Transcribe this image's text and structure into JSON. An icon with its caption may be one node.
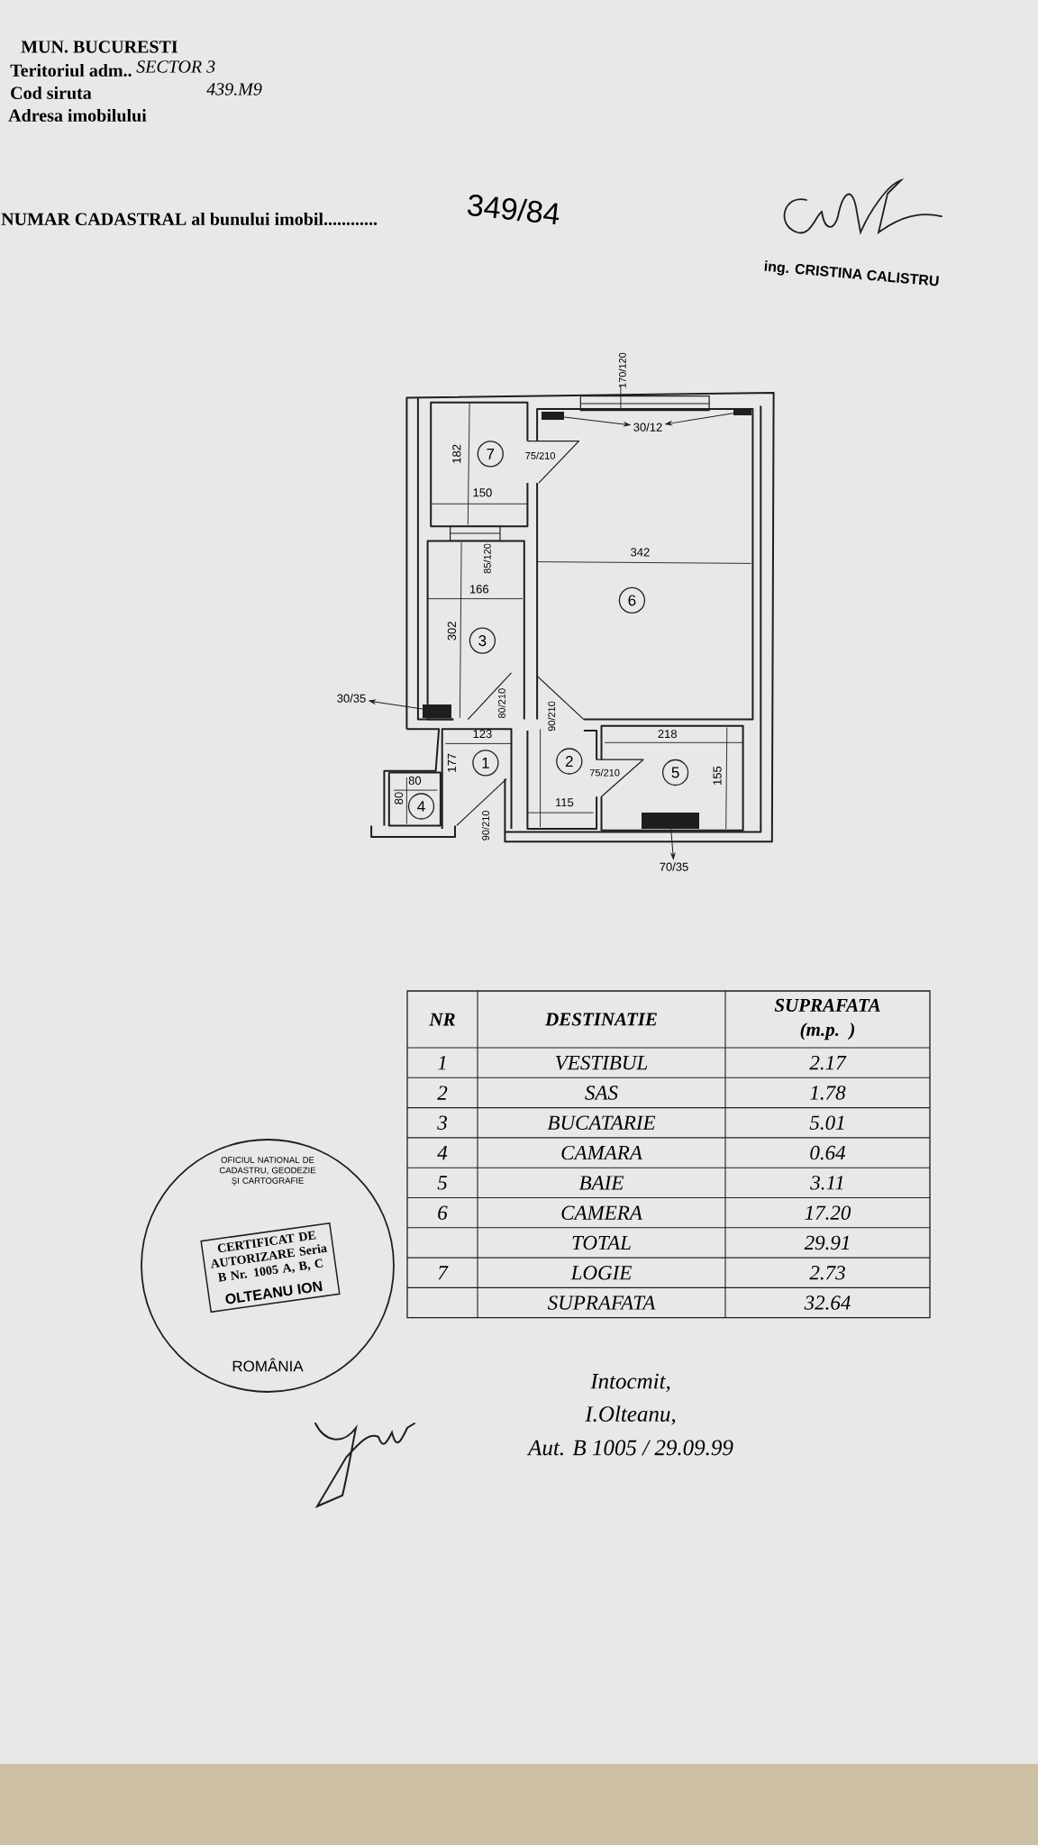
{
  "diagram": {
    "nodes": [
      {
        "text": [
          "7"
        ]
      },
      {
        "text": [
          "6"
        ]
      },
      {
        "text": [
          "3"
        ]
      },
      {
        "text": [
          "1"
        ]
      },
      {
        "text": [
          "2"
        ]
      },
      {
        "text": [
          "5"
        ]
      },
      {
        "text": [
          "4"
        ]
      },
      {
        "text": [
          "30/12"
        ]
      },
      {
        "text": [
          "30/35"
        ]
      },
      {
        "text": [
          "70/35"
        ]
      },
      {
        "text": [],
        "shape": "box"
      },
      {
        "text": [],
        "shape": "box"
      },
      {
        "text": [],
        "shape": "box"
      },
      {
        "text": [],
        "shape": "box"
      },
      {
        "text": [
          "OFICIUL NATIONAL DE CADASTRU, GEODEZIE ŞI CARTOGRAFIE",
          "ROMÂNIA"
        ]
      },
      {
        "text": [
          "CERTIFICAT DE AUTORIZARE Seria B Nr. 1005 A, B, C",
          "OLTEANU ION"
        ],
        "in": 14
      }
    ],
    "edges": [
      {
        "from": 10,
        "to": 7,
        "arrow": "to"
      },
      {
        "from": 11,
        "to": 7,
        "arrow": "to"
      },
      {
        "from": 12,
        "to": 8,
        "arrow": "to"
      },
      {
        "from": 13,
        "to": 9,
        "arrow": "to"
      }
    ],
    "labels": [
      "MUN. BUCURESTI",
      "Teritoriul adm..",
      "SECTOR 3",
      "Cod siruta",
      "439.M9",
      "Adresa imobilului",
      "NUMAR CADASTRAL al bunului imobil............",
      "349/84",
      "ing. CRISTINA CALISTRU",
      "170/120",
      "182",
      "150",
      "75/210",
      "342",
      "85/120",
      "166",
      "302",
      "80/210",
      "90/210",
      "123",
      "177",
      "218",
      "75/210",
      "155",
      "80",
      "80",
      "115",
      "90/210",
      "NR",
      "DESTINATIE",
      "SUPRAFATA (m.p. )",
      "1",
      "VESTIBUL",
      "2.17",
      "2",
      "SAS",
      "1.78",
      "3",
      "BUCATARIE",
      "5.01",
      "4",
      "CAMARA",
      "0.64",
      "5",
      "BAIE",
      "3.11",
      "6",
      "CAMERA",
      "17.20",
      "TOTAL",
      "29.91",
      "7",
      "LOGIE",
      "2.73",
      "SUPRAFATA",
      "32.64",
      "Intocmit,",
      "I.Olteanu,",
      "Aut. B 1005 / 29.09.99"
    ]
  }
}
